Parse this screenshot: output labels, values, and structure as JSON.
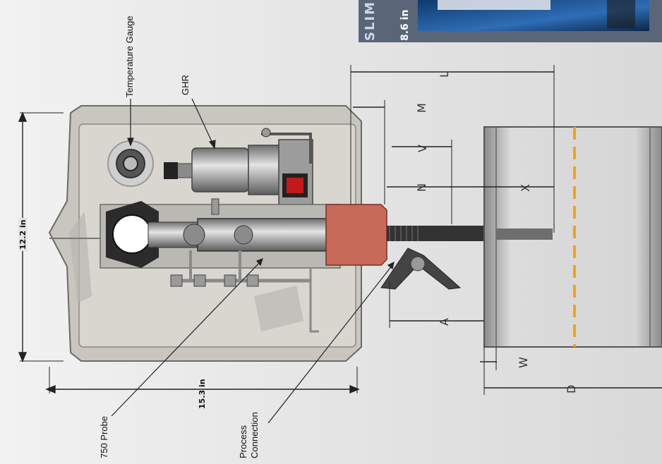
{
  "labels": {
    "temperature_gauge": "Temperature Gauge",
    "ghr": "GHR",
    "probe": "750 Probe",
    "process_line1": "Process",
    "process_line2": "Connection"
  },
  "dimensions": {
    "height": "12.2 in",
    "width": "15.3 in"
  },
  "pipe_dims": [
    "L",
    "M",
    "V",
    "N",
    "X",
    "A",
    "W",
    "D"
  ],
  "inset": {
    "title": "SLIM",
    "subtitle": "8.6 in"
  }
}
